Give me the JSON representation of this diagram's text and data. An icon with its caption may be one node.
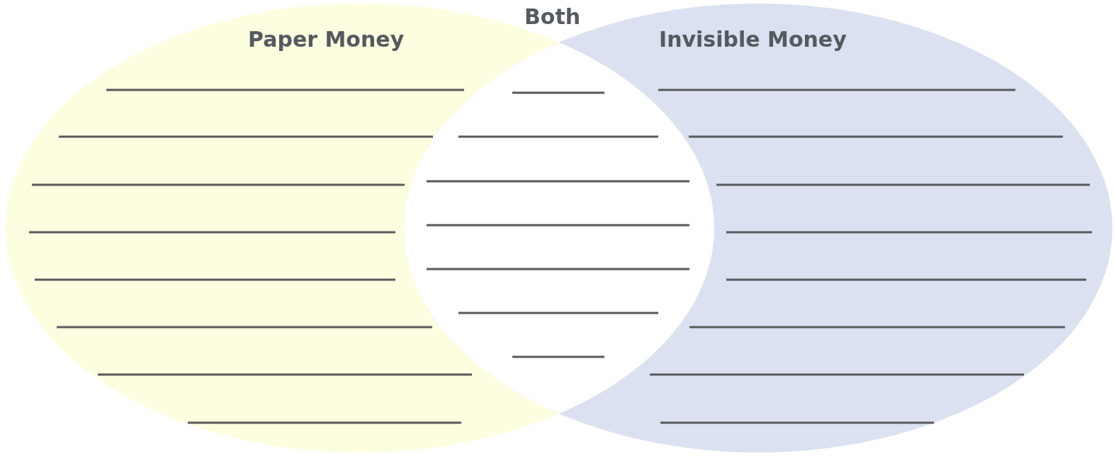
{
  "diagram": {
    "nodes": [
      {
        "text": [
          "Paper Money"
        ]
      },
      {
        "text": [
          "Invisible Money"
        ]
      },
      {
        "text": [
          "Both"
        ]
      }
    ]
  }
}
